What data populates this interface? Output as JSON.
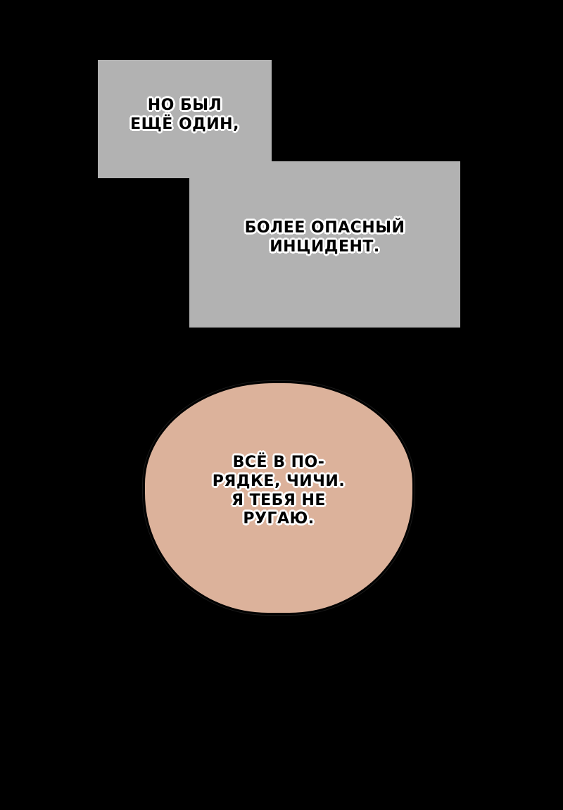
{
  "captions": [
    {
      "lines": [
        "НО БЫЛ",
        "ЕЩЁ ОДИН,"
      ]
    },
    {
      "lines": [
        "БОЛЕЕ ОПАСНЫЙ",
        "ИНЦИДЕНТ."
      ]
    }
  ],
  "speech_bubble": {
    "lines": [
      "ВСЁ В ПО-",
      "РЯДКЕ, ЧИЧИ.",
      "Я ТЕБЯ НЕ",
      "РУГАЮ."
    ]
  },
  "colors": {
    "background": "#000000",
    "caption_box": "#b2b2b2",
    "bubble_fill": "#dcb29b"
  }
}
